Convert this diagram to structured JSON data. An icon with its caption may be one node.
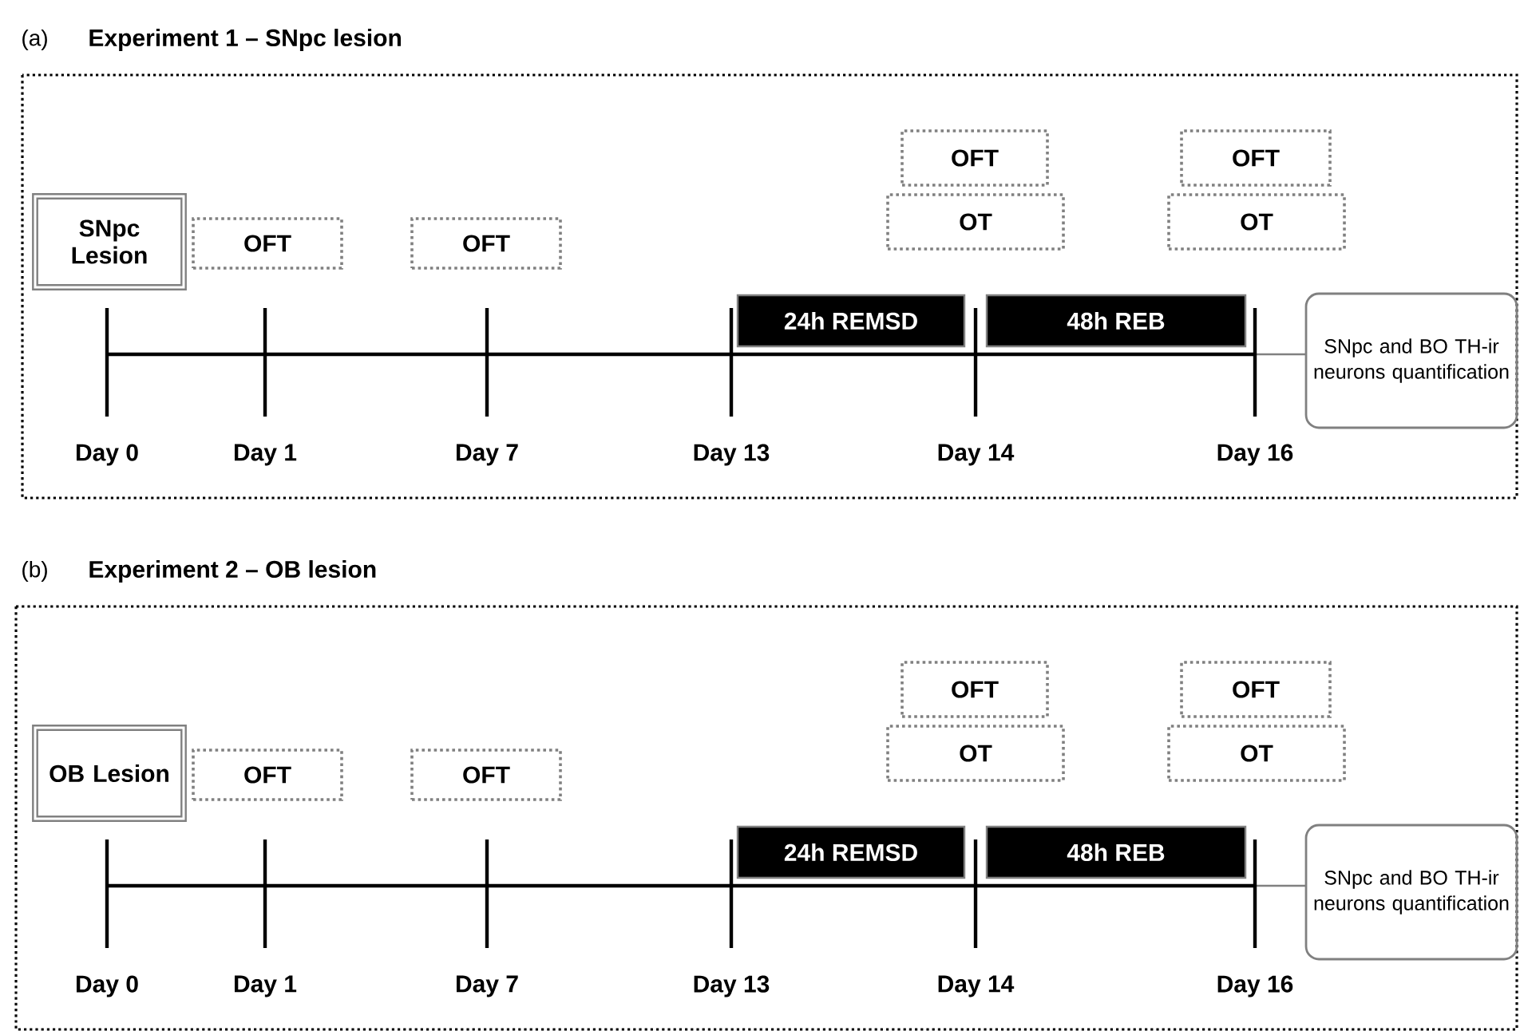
{
  "diagram": {
    "nodes": [
      {
        "text": [
          "(a)",
          "Experiment 1 – SNpc lesion"
        ]
      },
      {
        "text": [
          "SNpc Lesion"
        ],
        "in": 0
      },
      {
        "text": [
          "OFT"
        ],
        "in": 0
      },
      {
        "text": [
          "OFT"
        ],
        "in": 0
      },
      {
        "text": [
          "OFT"
        ],
        "in": 0
      },
      {
        "text": [
          "OT"
        ],
        "in": 0
      },
      {
        "text": [
          "OFT"
        ],
        "in": 0
      },
      {
        "text": [
          "OT"
        ],
        "in": 0
      },
      {
        "text": [
          "24h REMSD"
        ],
        "in": 0
      },
      {
        "text": [
          "48h REB"
        ],
        "in": 0
      },
      {
        "text": [
          "SNpc and BO TH-ir neurons quantification"
        ],
        "in": 0
      },
      {
        "text": [
          "(b)",
          "Experiment 2 – OB lesion"
        ]
      },
      {
        "text": [
          "OB Lesion"
        ],
        "in": 11
      },
      {
        "text": [
          "OFT"
        ],
        "in": 11
      },
      {
        "text": [
          "OFT"
        ],
        "in": 11
      },
      {
        "text": [
          "OFT"
        ],
        "in": 11
      },
      {
        "text": [
          "OT"
        ],
        "in": 11
      },
      {
        "text": [
          "OFT"
        ],
        "in": 11
      },
      {
        "text": [
          "OT"
        ],
        "in": 11
      },
      {
        "text": [
          "24h REMSD"
        ],
        "in": 11
      },
      {
        "text": [
          "48h REB"
        ],
        "in": 11
      },
      {
        "text": [
          "SNpc and BO TH-ir neurons quantification"
        ],
        "in": 11
      }
    ],
    "labels": [
      "Day 0",
      "Day 1",
      "Day 7",
      "Day 13",
      "Day 14",
      "Day 16",
      "Day 0",
      "Day 1",
      "Day 7",
      "Day 13",
      "Day 14",
      "Day 16"
    ]
  }
}
